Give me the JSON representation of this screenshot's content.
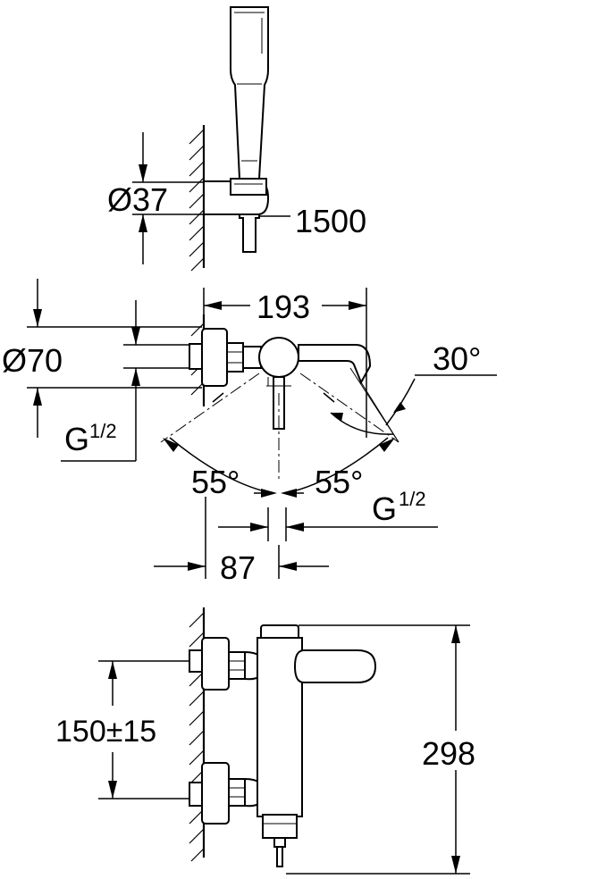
{
  "labels": {
    "holder_diameter": "Ø37",
    "hose_length": "1500",
    "escutcheon_diameter": "Ø70",
    "thread_left_main": "G",
    "thread_left_frac": "1/2",
    "projection": "193",
    "spout_angle": "30°",
    "swivel_left": "55°",
    "swivel_right": "55°",
    "thread_right_main": "G",
    "thread_right_frac": "1/2",
    "offset": "87",
    "centers": "150±15",
    "height": "298"
  },
  "colors": {
    "ink": "#000000",
    "paper": "#ffffff"
  }
}
